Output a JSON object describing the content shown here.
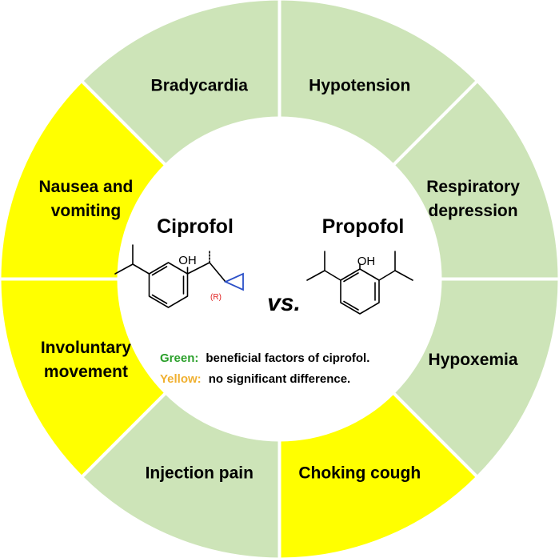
{
  "colors": {
    "green": "#cde4b8",
    "yellow": "#ffff00",
    "center": "#ffffff",
    "divider": "#ffffff",
    "green_key": "#2ca02c",
    "yellow_key": "#f0b030",
    "cyclopropyl": "#2b50c8"
  },
  "segments": [
    {
      "lines": [
        "Hypotension"
      ],
      "status": "green"
    },
    {
      "lines": [
        "Respiratory",
        "depression"
      ],
      "status": "green"
    },
    {
      "lines": [
        "Hypoxemia"
      ],
      "status": "green"
    },
    {
      "lines": [
        "Choking cough"
      ],
      "status": "yellow"
    },
    {
      "lines": [
        "Injection pain"
      ],
      "status": "green"
    },
    {
      "lines": [
        "Involuntary",
        "movement"
      ],
      "status": "yellow"
    },
    {
      "lines": [
        "Nausea and",
        "vomiting"
      ],
      "status": "yellow"
    },
    {
      "lines": [
        "Bradycardia"
      ],
      "status": "green"
    }
  ],
  "center": {
    "left_drug": "Ciprofol",
    "right_drug": "Propofol",
    "vs": "vs.",
    "oh_label": "OH",
    "stereo_label": "(R)",
    "legend": {
      "green_key": "Green:",
      "green_desc": "beneficial factors of ciprofol.",
      "yellow_key": "Yellow:",
      "yellow_desc": "no significant difference."
    }
  }
}
